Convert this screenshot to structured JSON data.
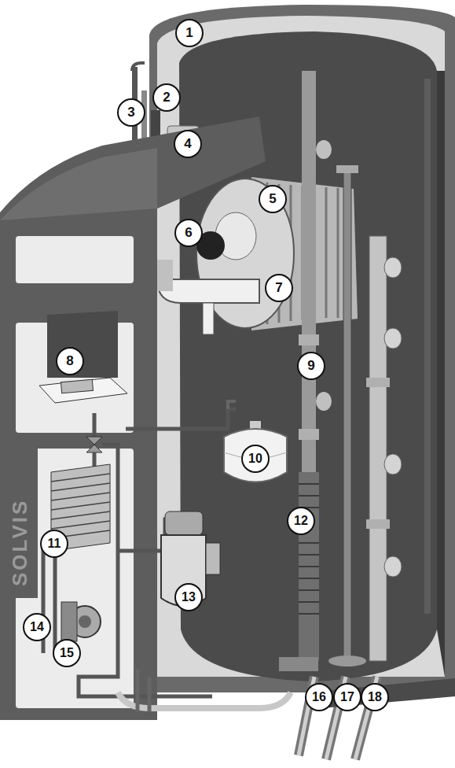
{
  "diagram": {
    "labels": [
      "1",
      "2",
      "3",
      "4",
      "5",
      "6",
      "7",
      "8",
      "9",
      "10",
      "11",
      "12",
      "13",
      "14",
      "15",
      "16",
      "17",
      "18",
      "SOLVIS"
    ]
  }
}
